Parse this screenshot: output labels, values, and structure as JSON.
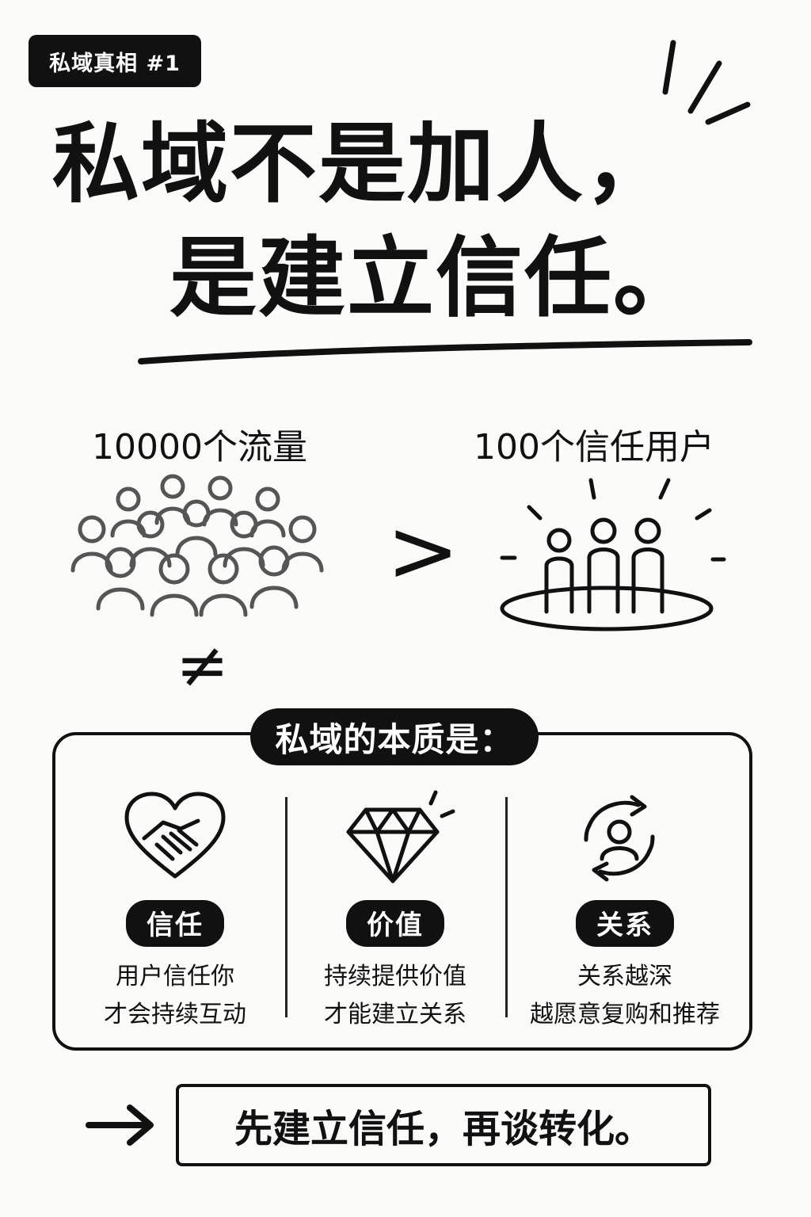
{
  "tag": "私域真相 #1",
  "title": {
    "line1": "私域不是加人，",
    "line2": "是建立信任。"
  },
  "comparison": {
    "left_label": "10000个流量",
    "right_label": "100个信任用户",
    "greater_symbol": ">",
    "not_equal_symbol": "≠"
  },
  "essence": {
    "heading": "私域的本质是：",
    "items": [
      {
        "icon": "heart-handshake-icon",
        "label": "信任",
        "line1": "用户信任你",
        "line2": "才会持续互动"
      },
      {
        "icon": "diamond-icon",
        "label": "价值",
        "line1": "持续提供价值",
        "line2": "才能建立关系"
      },
      {
        "icon": "person-cycle-icon",
        "label": "关系",
        "line1": "关系越深",
        "line2": "越愿意复购和推荐"
      }
    ]
  },
  "conclusion": {
    "text": "先建立信任，再谈转化。"
  }
}
